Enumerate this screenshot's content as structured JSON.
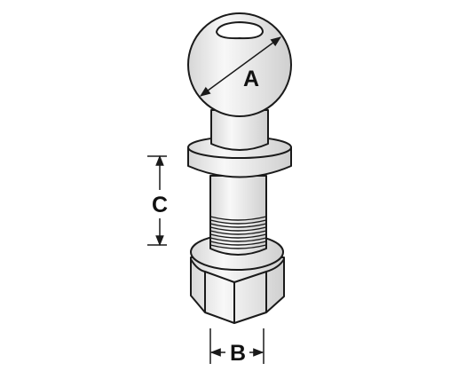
{
  "labels": {
    "ball_diameter": "A",
    "shank_diameter": "B",
    "shank_length": "C"
  },
  "colors": {
    "line": "#1a1a1a",
    "fill": "#f4f4f4",
    "shade": "#dcdcdc",
    "background": "#ffffff"
  }
}
